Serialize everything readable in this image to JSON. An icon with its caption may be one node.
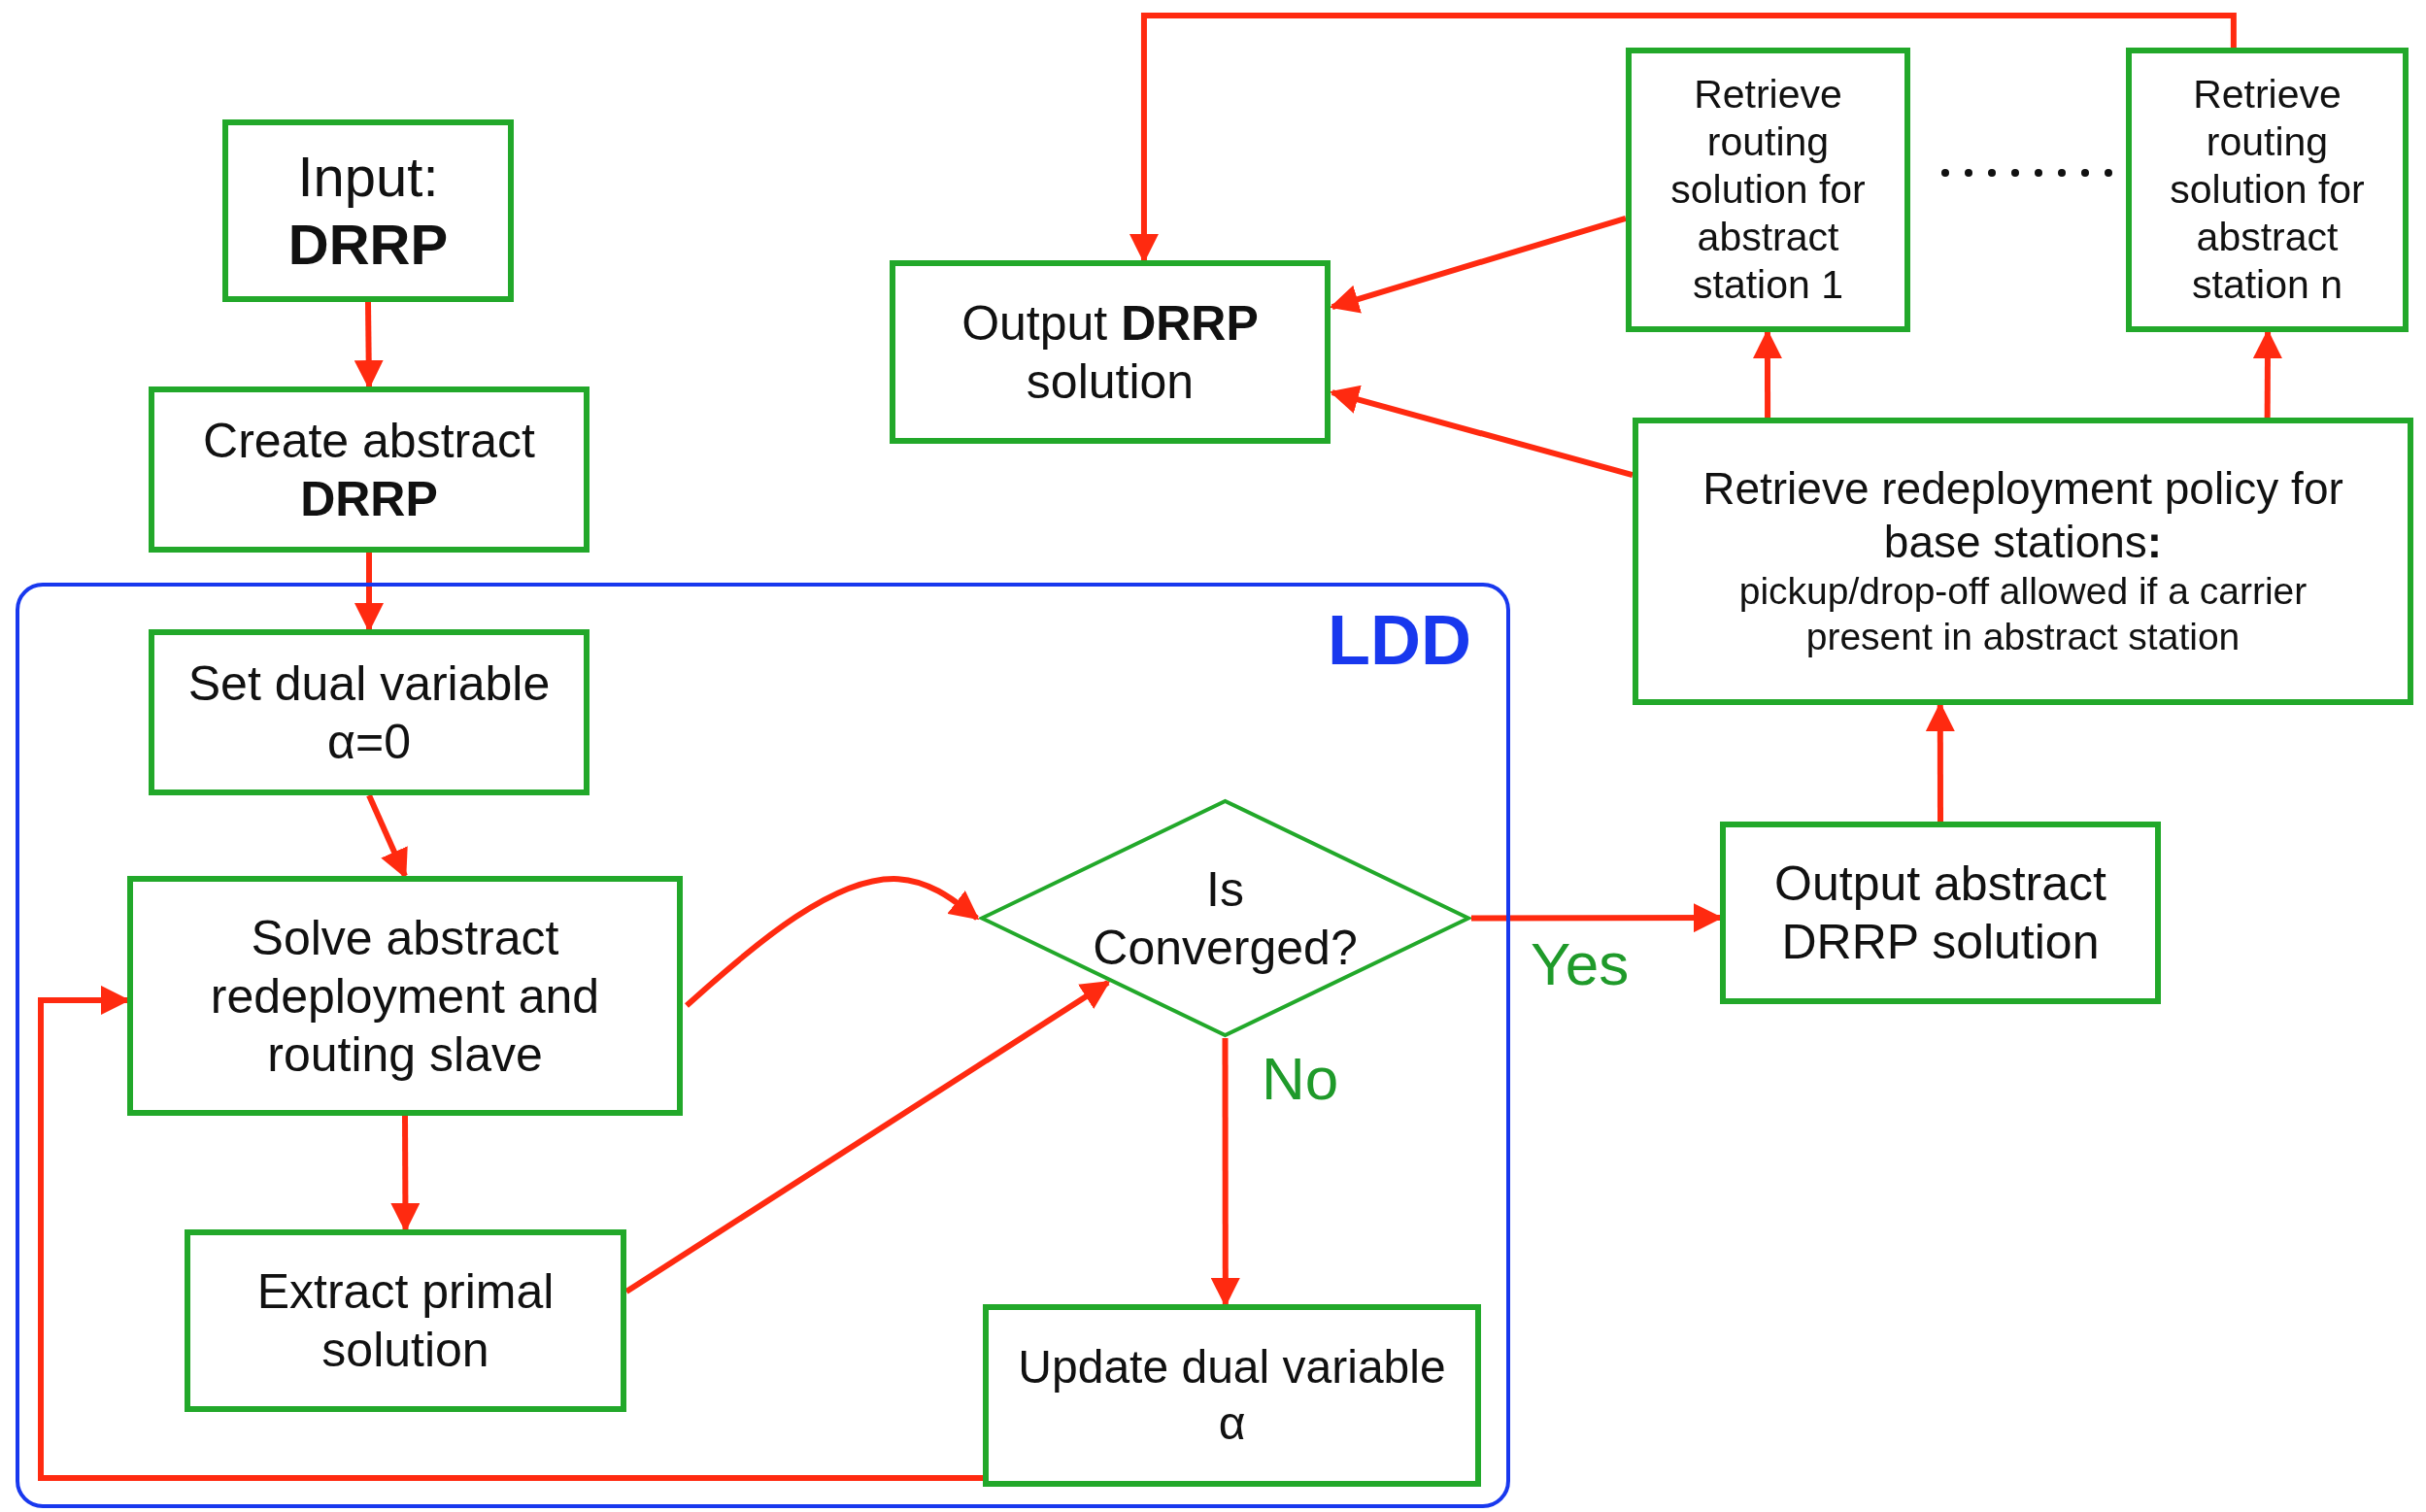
{
  "diagram": {
    "nodes": [
      {
        "text": [
          "Input: **DRRP**"
        ]
      },
      {
        "text": [
          "Create abstract **DRRP**"
        ]
      },
      {
        "text": [
          "LDD"
        ]
      },
      {
        "text": [
          "Set dual variable α=0"
        ],
        "in": 2
      },
      {
        "text": [
          "Solve abstract redeployment and routing slave"
        ],
        "in": 2
      },
      {
        "text": [
          "Extract primal solution"
        ],
        "in": 2
      },
      {
        "text": [
          "Is Converged?"
        ],
        "in": 2
      },
      {
        "text": [
          "Update dual variable α"
        ],
        "in": 2
      },
      {
        "text": [
          "Output abstract DRRP solution"
        ]
      },
      {
        "text": [
          "Retrieve redeployment policy for base stations**:**",
          "pickup/drop-off allowed if a carrier present in abstract station"
        ]
      },
      {
        "text": [
          "Retrieve routing solution for abstract station 1"
        ]
      },
      {
        "text": [
          "Retrieve routing solution for abstract station n"
        ]
      },
      {
        "text": [
          "Output **DRRP** solution"
        ]
      }
    ],
    "edges": [
      {
        "from": 0,
        "to": 1,
        "arrow": "to"
      },
      {
        "from": 1,
        "to": 3,
        "arrow": "to"
      },
      {
        "from": 3,
        "to": 4,
        "arrow": "to"
      },
      {
        "from": 4,
        "to": 5,
        "arrow": "to"
      },
      {
        "from": 4,
        "to": 6,
        "arrow": "to"
      },
      {
        "from": 5,
        "to": 6,
        "arrow": "to"
      },
      {
        "from": 6,
        "to": 7,
        "arrow": "to",
        "label": "No"
      },
      {
        "from": 7,
        "to": 4,
        "arrow": "to"
      },
      {
        "from": 6,
        "to": 8,
        "arrow": "to",
        "label": "Yes"
      },
      {
        "from": 8,
        "to": 9,
        "arrow": "to"
      },
      {
        "from": 9,
        "to": 10,
        "arrow": "to"
      },
      {
        "from": 9,
        "to": 11,
        "arrow": "to"
      },
      {
        "from": 10,
        "to": 12,
        "arrow": "to"
      },
      {
        "from": 9,
        "to": 12,
        "arrow": "to"
      },
      {
        "from": 11,
        "to": 12,
        "arrow": "to"
      }
    ]
  }
}
